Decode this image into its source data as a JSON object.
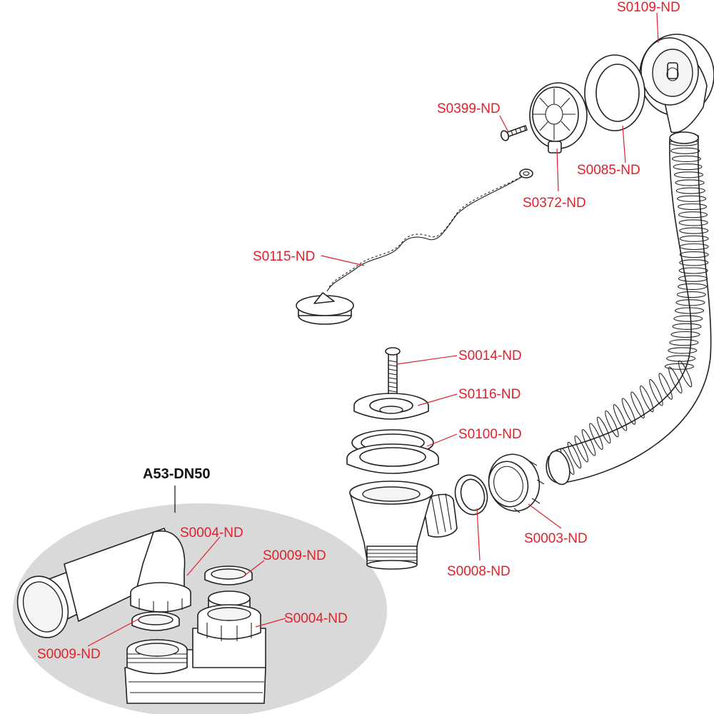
{
  "colors": {
    "label": "#e0202a",
    "leader": "#e0202a",
    "title": "#111111",
    "kit_ellipse": "#d9d9d9"
  },
  "kit": {
    "title": "A53-DN50"
  },
  "labels": {
    "s0109": "S0109-ND",
    "s0399": "S0399-ND",
    "s0085": "S0085-ND",
    "s0372": "S0372-ND",
    "s0115": "S0115-ND",
    "s0014": "S0014-ND",
    "s0116": "S0116-ND",
    "s0100": "S0100-ND",
    "s0003": "S0003-ND",
    "s0008": "S0008-ND",
    "s0004_a": "S0004-ND",
    "s0009_a": "S0009-ND",
    "s0004_b": "S0004-ND",
    "s0009_b": "S0009-ND"
  }
}
